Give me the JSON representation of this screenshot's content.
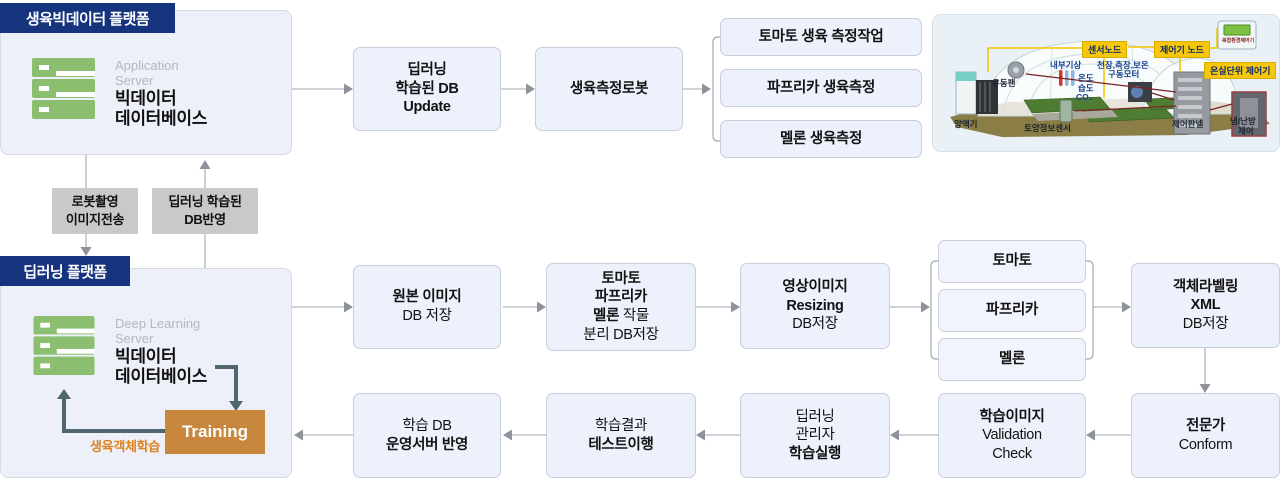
{
  "top_platform": {
    "header": "생육빅데이터 플랫폼",
    "server_en_1": "Application",
    "server_en_2": "Server",
    "server_ko_1": "빅데이터",
    "server_ko_2": "데이터베이스"
  },
  "bottom_platform": {
    "header": "딥러닝 플랫폼",
    "server_en_1": "Deep Learning",
    "server_en_2": "Server",
    "server_ko_1": "빅데이터",
    "server_ko_2": "데이터베이스",
    "training": "Training",
    "loop_label": "생육객체학습"
  },
  "connectors": {
    "down_1": "로봇촬영",
    "down_2": "이미지전송",
    "up_1": "딥러닝 학습된",
    "up_2": "DB반영"
  },
  "top_flow": {
    "db_update_1": "딥러닝",
    "db_update_2": "학습된 DB",
    "db_update_3": "Update",
    "robot": "생육측정로봇",
    "m1": "토마토 생육 측정작업",
    "m2": "파프리카 생육측정",
    "m3": "멜론 생육측정"
  },
  "mid_flow": {
    "origin_1": "원본 이미지",
    "origin_2": "DB 저장",
    "split_1": "토마토",
    "split_2": "파프리카",
    "split_3a": "멜론",
    "split_3b": " 작물",
    "split_4": "분리 DB저장",
    "resize_1": "영상이미지",
    "resize_2": "Resizing",
    "resize_3": "DB저장",
    "crop_1": "토마토",
    "crop_2": "파프리카",
    "crop_3": "멜론",
    "xml_1": "객체라벨링",
    "xml_2": "XML",
    "xml_3": "DB저장"
  },
  "bottom_flow": {
    "expert_1": "전문가",
    "expert_2": "Conform",
    "valid_1": "학습이미지",
    "valid_2": "Validation",
    "valid_3": "Check",
    "manager_1": "딥러닝",
    "manager_2": "관리자",
    "manager_3": "학습실행",
    "test_1": "학습결과",
    "test_2": "테스트이행",
    "deploy_1": "학습 DB",
    "deploy_2": "운영서버 반영"
  },
  "greenhouse": {
    "sensor_node": "센서노드",
    "controller_node": "제어기 노드",
    "unit_controller": "온실단위 제어기",
    "device_caption": "복합환경제어기",
    "inner_weather": "내부기상",
    "motor_1": "천장,측장,보온",
    "motor_2": "구동모터",
    "temp": "온도",
    "humidity": "습도",
    "co2": "CO₂",
    "fan": "유동팬",
    "nutrient": "양액기",
    "soil_sensor": "토양정보센서",
    "panel": "제어판넬",
    "hvac_1": "냉/난방",
    "hvac_2": "제어"
  },
  "colors": {
    "navy_header": "#16337E",
    "box_fill": "#EDF1FB",
    "box_border": "#C9CEDF",
    "gray_connector_box": "#C9C9C9",
    "training_orange": "#C8873C",
    "loop_text_orange": "#DF821E",
    "server_green": "#8CBE70",
    "slate_arrow": "#50666F",
    "gray_arrow_line": "#C0C3CB",
    "gray_arrow_head": "#8E929B"
  }
}
